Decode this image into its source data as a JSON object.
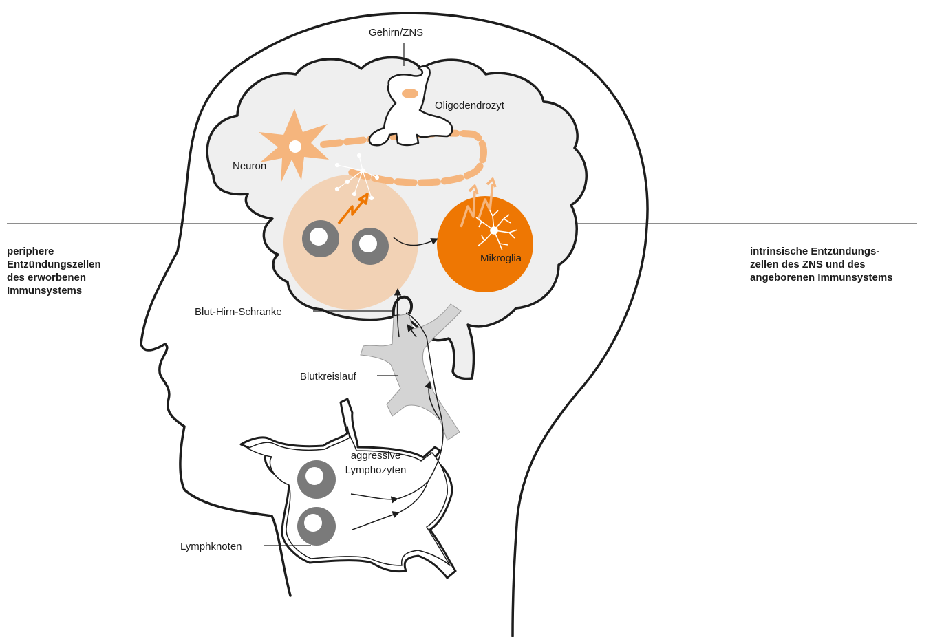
{
  "labels": {
    "brain": "Gehirn/ZNS",
    "oligodendrocyte": "Oligodendrozyt",
    "neuron": "Neuron",
    "microglia": "Mikroglia",
    "blood_brain_barrier": "Blut-Hirn-Schranke",
    "circulation": "Blutkreislauf",
    "aggressive_line1": "aggressive",
    "aggressive_line2": "Lymphozyten",
    "lymph_node": "Lymphknoten"
  },
  "side_left": "periphere\nEntzündungszellen\ndes erworbenen\nImmunsystems",
  "side_right": "intrinsische Entzündungs-\nzellen  des ZNS und des\nangeborenen Immunsystems",
  "colors": {
    "brain_fill": "#efefef",
    "orange": "#ee7703",
    "light_orange": "#f5b57d",
    "pale_peach": "#f2d2b5",
    "cell_gray": "#7a7a7a",
    "vessel": "#d4d4d4",
    "outline": "#1d1d1d"
  }
}
